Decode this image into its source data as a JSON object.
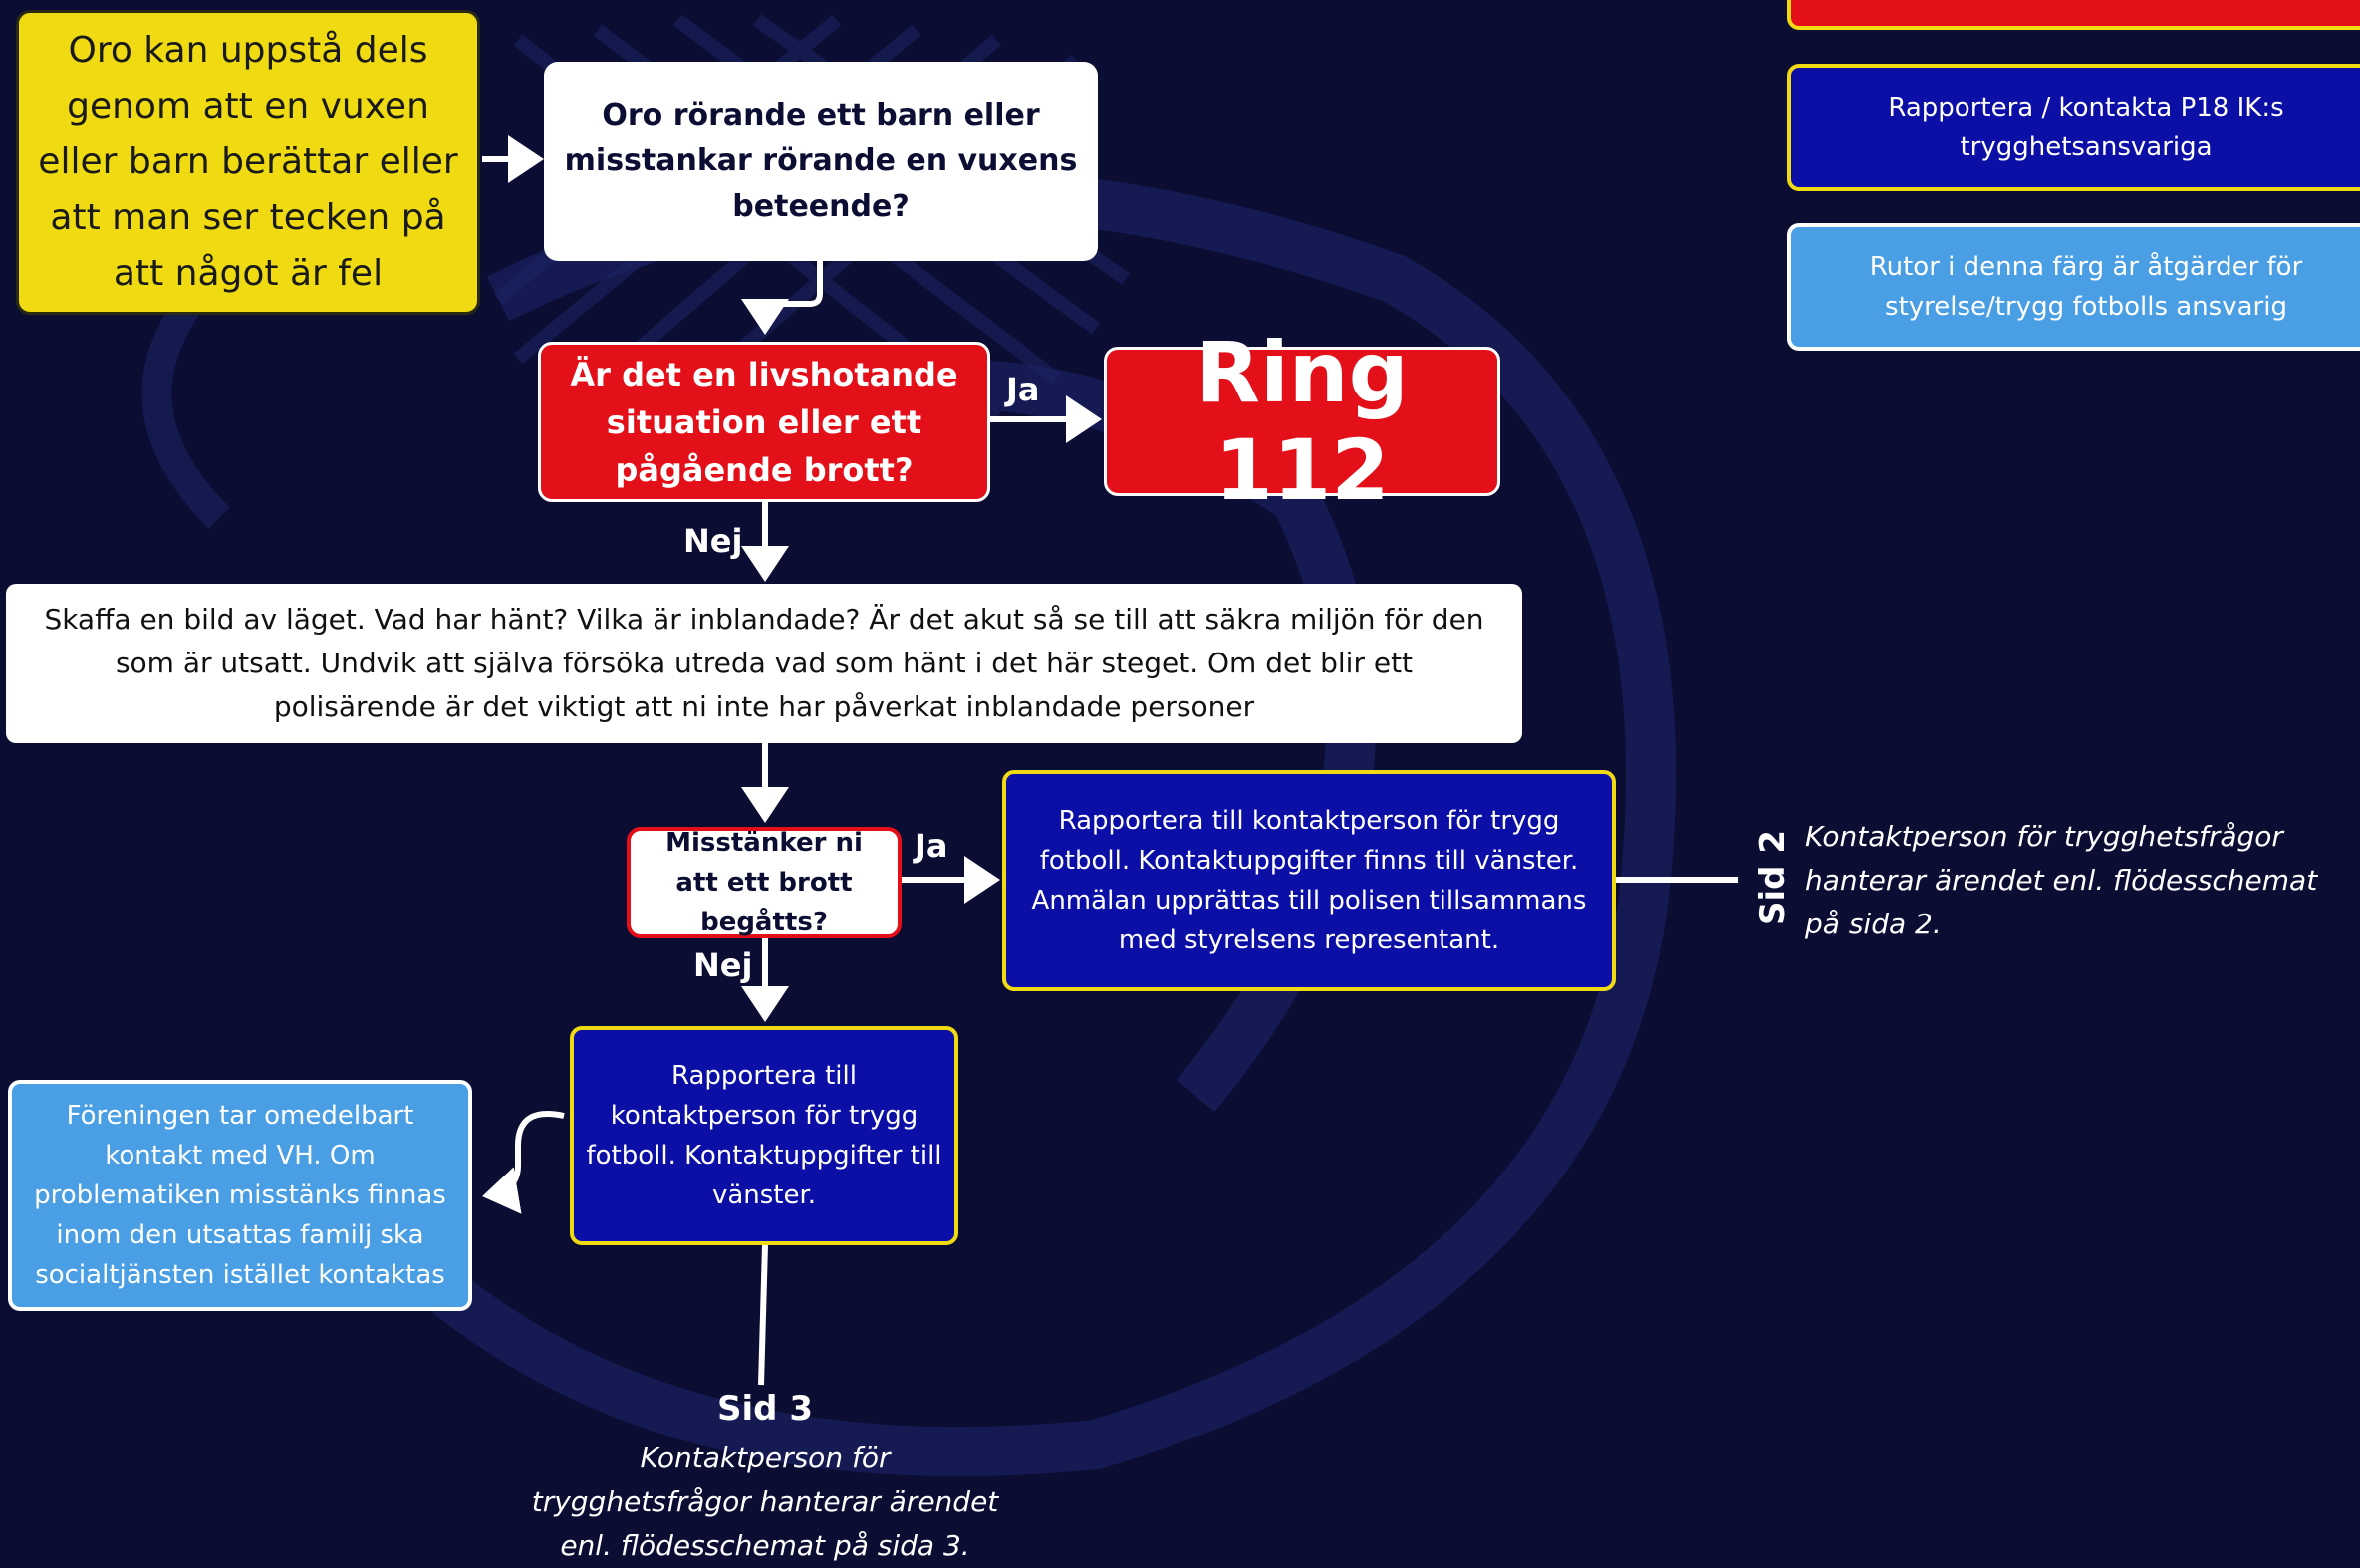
{
  "colors": {
    "background": "#0b0d33",
    "yellow": "#f0db13",
    "red": "#e3101a",
    "dark_blue": "#0c0fa6",
    "light_blue": "#4a9fe4",
    "white": "#ffffff"
  },
  "start": {
    "text": "Oro kan uppstå dels genom att en vuxen eller barn berättar eller att man ser tecken på att något är fel"
  },
  "question_1": {
    "text": "Oro rörande ett barn eller misstankar rörande en vuxens beteende?"
  },
  "question_2": {
    "text": "Är det en livshotande situation eller ett pågående brott?"
  },
  "ring": {
    "text": "Ring 112"
  },
  "step_1": {
    "text": "Skaffa en bild av läget. Vad har hänt? Vilka är inblandade? Är det akut så se till att säkra miljön för den som är utsatt. Undvik att själva försöka utreda vad som hänt i det här steget. Om det blir ett polisärende är det viktigt att ni inte har påverkat inblandade personer"
  },
  "question_3": {
    "text": "Misstänker ni att ett brott begåtts?"
  },
  "report_crime": {
    "text": "Rapportera till  kontaktperson för trygg fotboll. Kontaktuppgifter finns till vänster. Anmälan upprättas till polisen tillsammans med styrelsens representant."
  },
  "report_contact": {
    "text": "Rapportera till kontaktperson för trygg fotboll. Kontaktuppgifter till vänster."
  },
  "board_action": {
    "text": "Föreningen tar omedelbart kontakt med VH. Om problematiken misstänks finnas inom den utsattas familj ska socialtjänsten istället kontaktas"
  },
  "labels": {
    "ja_1": "Ja",
    "nej_1": "Nej",
    "ja_2": "Ja",
    "nej_2": "Nej"
  },
  "page_2": {
    "label": "Sid 2",
    "note": "Kontaktperson för trygghetsfrågor hanterar ärendet enl. flödesschemat på sida 2."
  },
  "page_3": {
    "label": "Sid 3",
    "note": "Kontaktperson för trygghetsfrågor hanterar ärendet enl. flödesschemat på sida 3."
  },
  "legend": {
    "blue": "Rapportera / kontakta P18 IK:s trygghetsansvariga",
    "light": "Rutor i denna färg är åtgärder för styrelse/trygg fotbolls ansvarig"
  }
}
